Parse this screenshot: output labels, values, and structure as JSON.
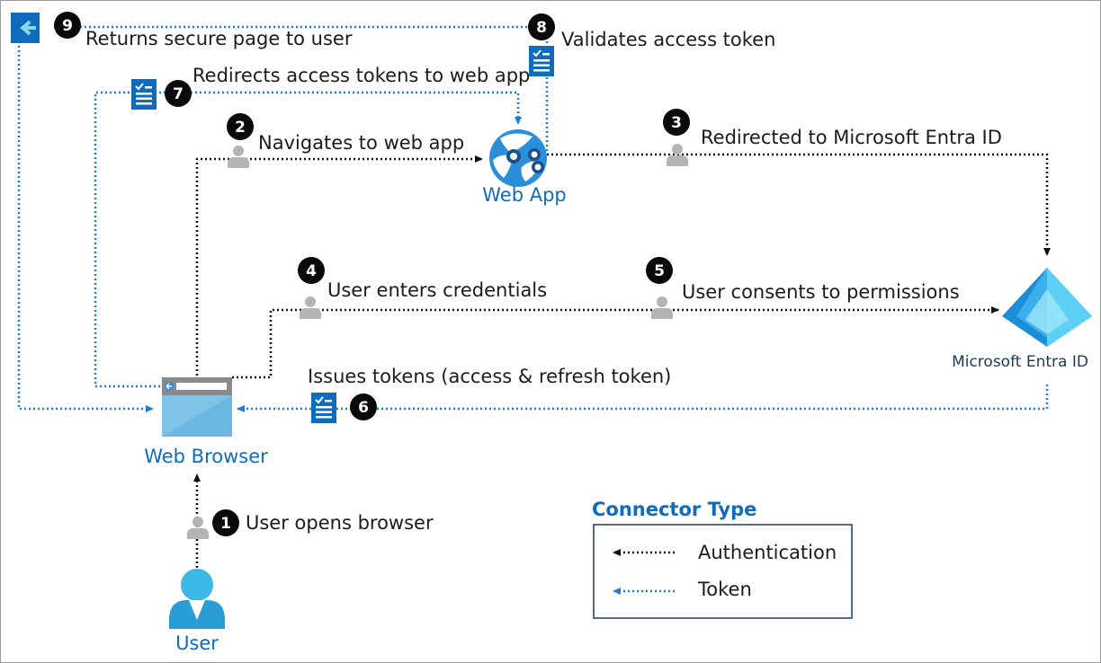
{
  "nodes": {
    "user": "User",
    "web_browser": "Web Browser",
    "web_app": "Web App",
    "entra": "Microsoft Entra ID"
  },
  "steps": [
    {
      "number": "1",
      "text": "User opens browser"
    },
    {
      "number": "2",
      "text": "Navigates to web app"
    },
    {
      "number": "3",
      "text": "Redirected to Microsoft Entra ID"
    },
    {
      "number": "4",
      "text": "User enters credentials"
    },
    {
      "number": "5",
      "text": "User consents to permissions"
    },
    {
      "number": "6",
      "text": "Issues tokens (access & refresh token)"
    },
    {
      "number": "7",
      "text": "Redirects access tokens to web app"
    },
    {
      "number": "8",
      "text": "Validates access token"
    },
    {
      "number": "9",
      "text": "Returns secure page to user"
    }
  ],
  "legend": {
    "title": "Connector Type",
    "authentication": "Authentication",
    "token": "Token"
  },
  "colors": {
    "authentication": "#111111",
    "token": "#1a7fd4",
    "accent": "#0f6cbd",
    "badge": "#0a0a0a",
    "person_gray": "#b4b4b4"
  }
}
